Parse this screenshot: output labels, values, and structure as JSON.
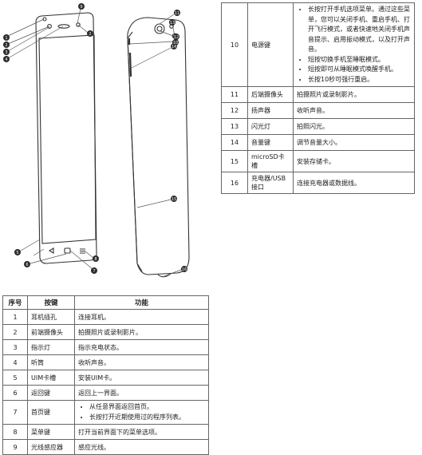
{
  "header": {
    "no": "序号",
    "key": "按键",
    "func": "功能"
  },
  "left_rows": [
    {
      "no": "1",
      "key": "耳机插孔",
      "func": "连接耳机。"
    },
    {
      "no": "2",
      "key": "前端摄像头",
      "func": "拍摄照片或录制影片。"
    },
    {
      "no": "3",
      "key": "指示灯",
      "func": "指示充电状态。"
    },
    {
      "no": "4",
      "key": "听筒",
      "func": "收听声音。"
    },
    {
      "no": "5",
      "key": "UIM卡槽",
      "func": "安装UIM卡。"
    },
    {
      "no": "6",
      "key": "返回键",
      "func": "返回上一界面。"
    },
    {
      "no": "7",
      "key": "首页键",
      "bullets": [
        "从任意界面返回首页。",
        "长按打开近期使用过的程序列表。"
      ]
    },
    {
      "no": "8",
      "key": "菜单键",
      "func": "打开当前界面下的菜单选项。"
    },
    {
      "no": "9",
      "key": "光线感应器",
      "func": "感应光线。"
    }
  ],
  "right_rows": [
    {
      "no": "10",
      "key": "电源键",
      "bullets": [
        "长按打开手机选项菜单。通过这些菜单，您可以关闭手机、重启手机、打开飞行模式，或者快速地关闭手机声音提示、启用振动模式，以及打开声音。",
        "短按切换手机至睡眠模式。",
        "短按即可从睡眠模式唤醒手机。",
        "长按10秒可强行重启。"
      ]
    },
    {
      "no": "11",
      "key": "后端摄像头",
      "func": "拍摄照片或录制影片。"
    },
    {
      "no": "12",
      "key": "扬声器",
      "func": "收听声音。"
    },
    {
      "no": "13",
      "key": "闪光灯",
      "func": "拍照闪光。"
    },
    {
      "no": "14",
      "key": "音量键",
      "func": "调节音量大小。"
    },
    {
      "no": "15",
      "key": "microSD卡槽",
      "func": "安装存储卡。"
    },
    {
      "no": "16",
      "key": "充电器/USB接口",
      "func": "连接充电器或数据线。"
    }
  ],
  "callouts": [
    "1",
    "2",
    "3",
    "4",
    "5",
    "6",
    "7",
    "8",
    "9",
    "10",
    "11",
    "12",
    "13",
    "14",
    "15",
    "16"
  ]
}
